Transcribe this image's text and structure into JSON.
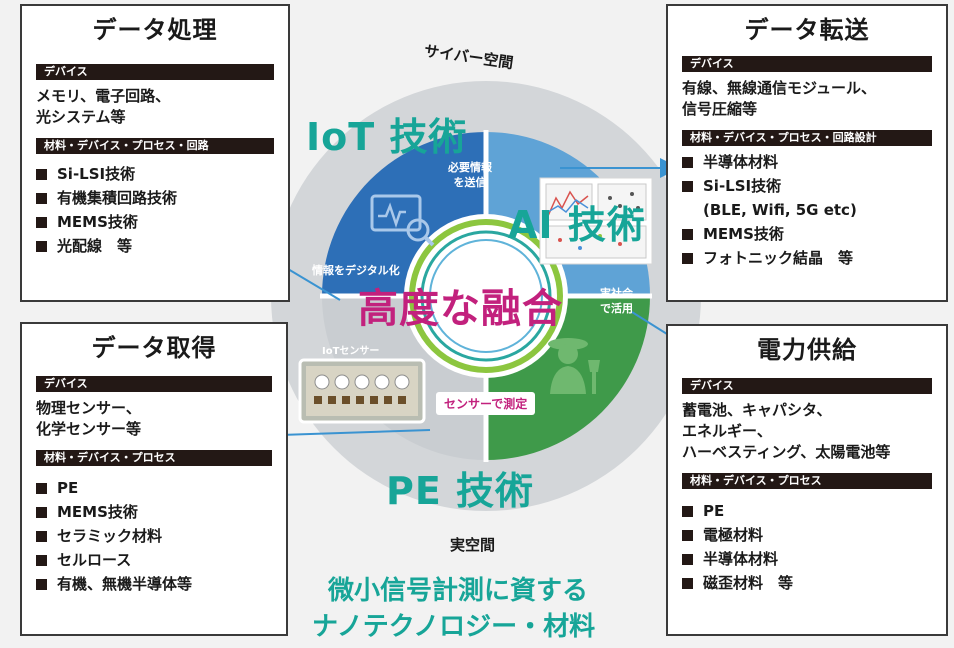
{
  "boxes": {
    "data_processing": {
      "title": "データ処理",
      "device_label": "デバイス",
      "device_text": "メモリ、電子回路、\n光システム等",
      "materials_label": "材料・デバイス・プロセス・回路",
      "items": [
        "Si-LSI技術",
        "有機集積回路技術",
        "MEMS技術",
        "光配線　等"
      ]
    },
    "data_transfer": {
      "title": "データ転送",
      "device_label": "デバイス",
      "device_text": "有線、無線通信モジュール、\n信号圧縮等",
      "materials_label": "材料・デバイス・プロセス・回路設計",
      "items": [
        "半導体材料",
        "Si-LSI技術",
        "(BLE, Wifi, 5G etc)",
        "MEMS技術",
        "フォトニック結晶　等"
      ]
    },
    "data_acquisition": {
      "title": "データ取得",
      "device_label": "デバイス",
      "device_text": "物理センサー、\n化学センサー等",
      "materials_label": "材料・デバイス・プロセス",
      "items": [
        "PE",
        "MEMS技術",
        "セラミック材料",
        "セルロース",
        "有機、無機半導体等"
      ]
    },
    "power_supply": {
      "title": "電力供給",
      "device_label": "デバイス",
      "device_text": "蓄電池、キャパシタ、\nエネルギー、\nハーベスティング、太陽電池等",
      "materials_label": "材料・デバイス・プロセス",
      "items": [
        "PE",
        "電極材料",
        "半導体材料",
        "磁歪材料　等"
      ]
    }
  },
  "center": {
    "cyber_space": "サイバー空間",
    "real_space": "実空間",
    "iot": "IoT 技術",
    "ai": "AI 技術",
    "pe": "PE 技術",
    "fusion": "高度な融合",
    "send_info": "必要情報\nを送信",
    "digitize": "情報をデジタル化",
    "society": "実社会\nで活用",
    "iot_sensor": "IoTセンサー",
    "sensor_measure": "センサーで測定"
  },
  "bottom": {
    "line1": "微小信号計測に資する",
    "line2": "ナノテクノロジー・材料"
  },
  "colors": {
    "iot_blue": "#2d6fb7",
    "ai_blue": "#5fa3d6",
    "pe_green": "#3f9a4a",
    "teal_text": "#17a598",
    "fusion_magenta": "#c2217d",
    "arrow": "#3a93d1",
    "ring_gray": "#d3d6d9"
  },
  "icons": [
    "monitor-search-icon",
    "chart-image-icon",
    "farmer-icon",
    "sensor-board-image"
  ]
}
